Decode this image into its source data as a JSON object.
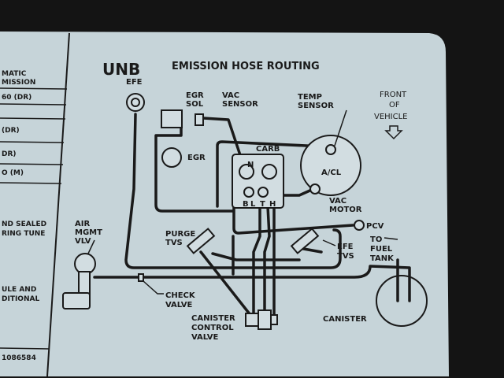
{
  "title": {
    "code": "UNB",
    "text": "EMISSION HOSE ROUTING"
  },
  "side_panel": {
    "lines": [
      "MATIC",
      "MISSION",
      "60 (DR)",
      "(DR)",
      "DR)",
      "O (M)",
      "ND SEALED",
      "RING TUNE",
      "ULE AND",
      "DITIONAL",
      "1086584"
    ]
  },
  "labels": {
    "efe": "EFE",
    "egr_sol": [
      "EGR",
      "SOL"
    ],
    "vac_sensor": [
      "VAC",
      "SENSOR"
    ],
    "temp_sensor": [
      "TEMP",
      "SENSOR"
    ],
    "front_of_vehicle": [
      "FRONT",
      "OF",
      "VEHICLE"
    ],
    "egr": "EGR",
    "carb": "CARB",
    "carb_ports": [
      "N",
      "B",
      "L",
      "T",
      "H"
    ],
    "acl": "A/CL",
    "vac_motor": [
      "VAC",
      "MOTOR"
    ],
    "pcv": "PCV",
    "air_mgmt_vlv": [
      "AIR",
      "MGMT",
      "VLV"
    ],
    "purge_tvs": [
      "PURGE",
      "TVS"
    ],
    "efe_tvs": [
      "EFE",
      "TVS"
    ],
    "to_fuel_tank": [
      "TO",
      "FUEL",
      "TANK"
    ],
    "check_valve": [
      "CHECK",
      "VALVE"
    ],
    "canister_control_valve": [
      "CANISTER",
      "CONTROL",
      "VALVE"
    ],
    "canister": "CANISTER"
  },
  "colors": {
    "label": "#c6d4d9",
    "background": "#141414",
    "ink": "#1a1a1a"
  }
}
